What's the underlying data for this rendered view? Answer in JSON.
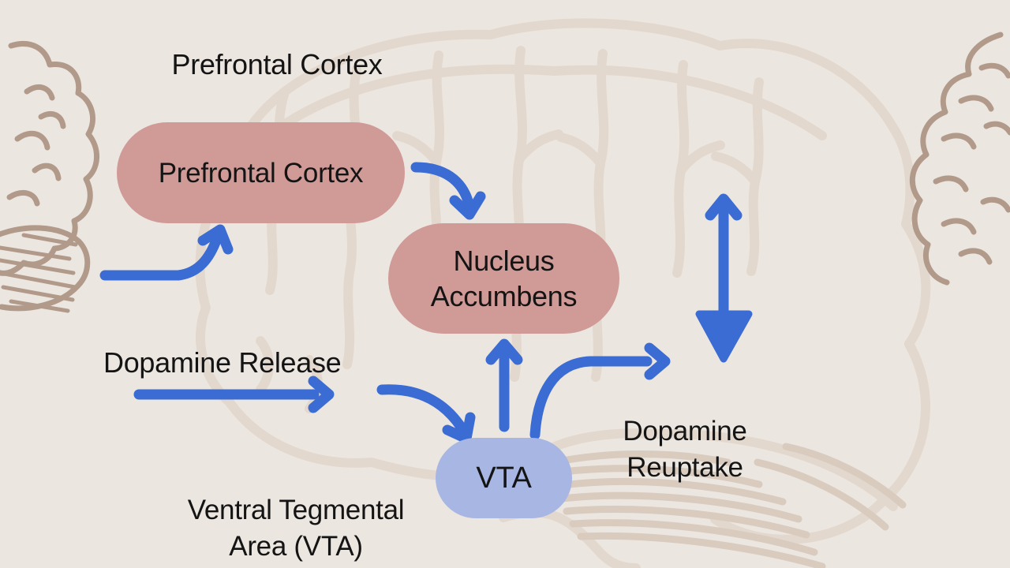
{
  "labels": {
    "pfc_caption": "Prefrontal Cortex",
    "dopamine_release": "Dopamine Release",
    "dopamine_reuptake": {
      "line1": "Dopamine",
      "line2": "Reuptake"
    },
    "vta_caption": {
      "line1": "Ventral Tegmental",
      "line2": "Area (VTA)"
    }
  },
  "nodes": {
    "pfc": {
      "label": "Prefrontal Cortex"
    },
    "nacc": {
      "line1": "Nucleus",
      "line2": "Accumbens"
    },
    "vta": {
      "label": "VTA"
    }
  },
  "edges": [
    {
      "name": "pfc-to-nacc",
      "style": "curved, arrowhead down"
    },
    {
      "name": "input-to-pfc",
      "style": "curved, arrowhead up"
    },
    {
      "name": "dopamine-release",
      "style": "straight, arrowhead right"
    },
    {
      "name": "release-to-vta",
      "style": "curved, arrowhead down into VTA"
    },
    {
      "name": "vta-to-nacc",
      "style": "straight, arrowhead up"
    },
    {
      "name": "vta-to-reuptake-area",
      "style": "curved, arrowhead right"
    },
    {
      "name": "reuptake-bidirectional",
      "style": "thin arrowhead up, large solid triangle down"
    }
  ],
  "icons": {
    "brain_sketch_left": "partial brain line-art, left edge",
    "brain_sketch_center": "large faint brain line-art behind diagram",
    "brain_sketch_right": "partial brain line-art, right edge"
  },
  "colors": {
    "background": "#ece6e0",
    "node_pink": "#d09a97",
    "node_blue": "#a7b6e3",
    "arrow_blue": "#3a6cd3",
    "sketch_tan": "#b29a8b",
    "sketch_faint": "#e3d8ce",
    "sketch_shade": "#d9cbbe",
    "text": "#141414"
  }
}
